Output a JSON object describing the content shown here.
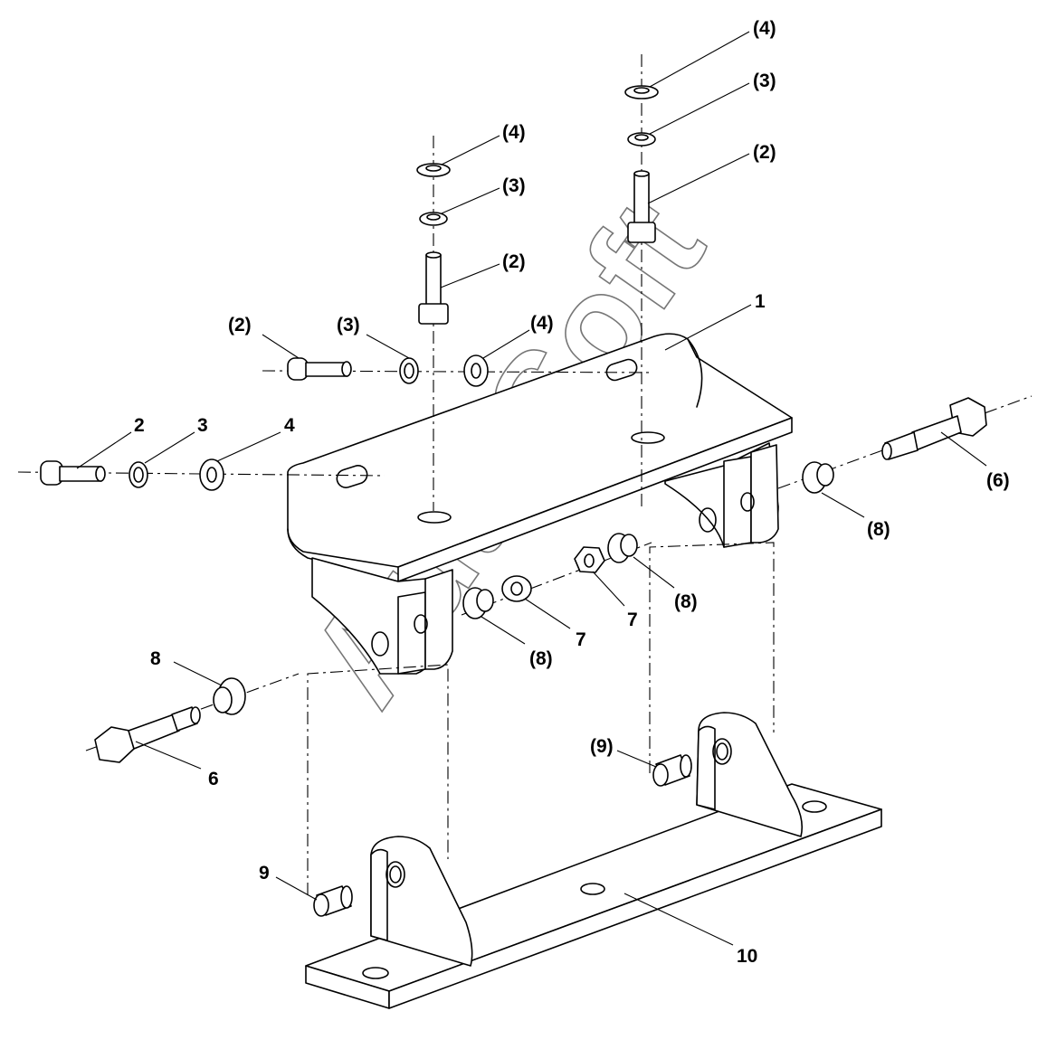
{
  "watermark": "AutoSoft",
  "labels": {
    "l4_right_top": "(4)",
    "l3_right_top": "(3)",
    "l2_right_top": "(2)",
    "l4_center_top": "(4)",
    "l3_center_top": "(3)",
    "l2_center_top": "(2)",
    "l1": "1",
    "l2_side_paren": "(2)",
    "l3_side_paren": "(3)",
    "l4_side_paren": "(4)",
    "l2_left": "2",
    "l3_left": "3",
    "l4_left": "4",
    "l6_right": "(6)",
    "l8_right": "(8)",
    "l8_center_right": "(8)",
    "l7_center_right": "7",
    "l7_center": "7",
    "l8_center": "(8)",
    "l8_left": "8",
    "l6_left": "6",
    "l9_right": "(9)",
    "l9_left": "9",
    "l10": "10"
  }
}
